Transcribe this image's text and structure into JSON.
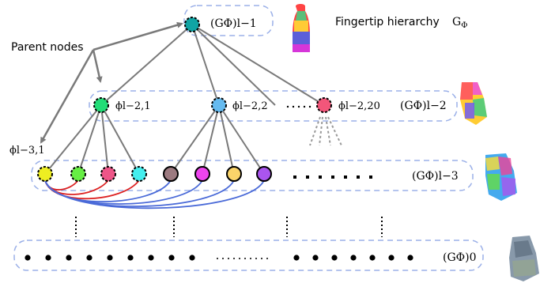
{
  "title": {
    "text": "Fingertip hierarchy",
    "symbol": "G",
    "symbol_sub": "Φ"
  },
  "callout": {
    "text": "Parent nodes"
  },
  "level_labels": {
    "top": "(GΦ)l−1",
    "l2": "(GΦ)l−2",
    "l3": "(GΦ)l−3",
    "l0": "(GΦ)0"
  },
  "node_labels": {
    "phi_l2_1": "ϕl−2,1",
    "phi_l2_2": "ϕl−2,2",
    "phi_l2_20": "ϕl−2,20",
    "phi_l3_1": "ϕl−3,1"
  },
  "ellipsis": {
    "mid": "·····",
    "row3": "· · · · · · · ·",
    "row0": "· · · · · · · ·"
  },
  "colors": {
    "top_node": "#10a4a4",
    "l2_node_1": "#22dd77",
    "l2_node_2": "#66bbf0",
    "l2_node_20": "#f2567a",
    "l3_nodes": [
      "#eeee22",
      "#66ee44",
      "#ee5588",
      "#44eeee",
      "#9c7a80",
      "#ee44ee",
      "#fad46a",
      "#aa55ee"
    ],
    "red_link": "#dd2222",
    "blue_link": "#4a6ad8",
    "box": "#9bb0e8"
  }
}
